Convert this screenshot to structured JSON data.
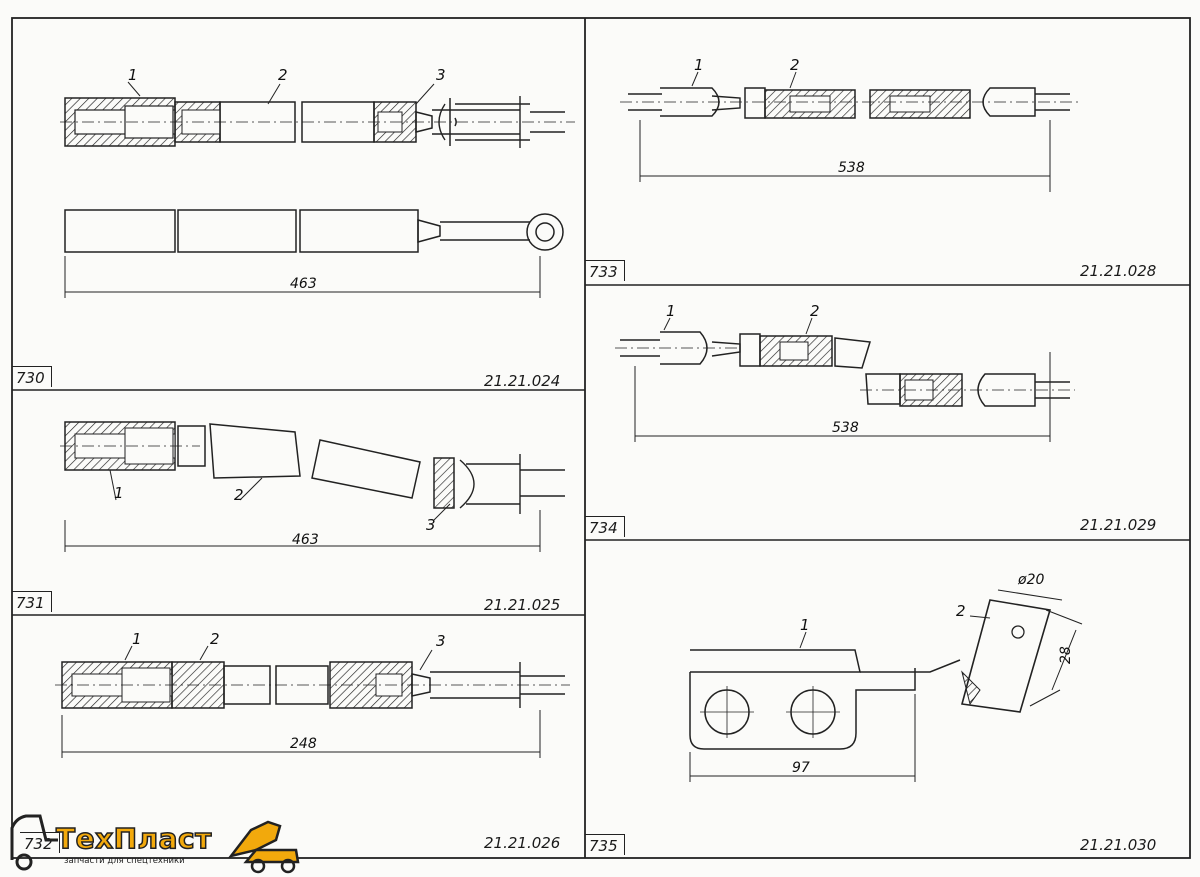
{
  "panels": [
    {
      "number": "730",
      "code": "21.21.024",
      "dimension": "463",
      "callouts": [
        "1",
        "2",
        "3"
      ]
    },
    {
      "number": "731",
      "code": "21.21.025",
      "dimension": "463",
      "callouts": [
        "1",
        "2",
        "3"
      ]
    },
    {
      "number": "732",
      "code": "21.21.026",
      "dimension": "248",
      "callouts": [
        "1",
        "2",
        "3"
      ]
    },
    {
      "number": "733",
      "code": "21.21.028",
      "dimension": "538",
      "callouts": [
        "1",
        "2"
      ]
    },
    {
      "number": "734",
      "code": "21.21.029",
      "dimension": "538",
      "callouts": [
        "1",
        "2"
      ]
    },
    {
      "number": "735",
      "code": "21.21.030",
      "dimension": "97",
      "dimension_height": "28",
      "dimension_diameter": "ø20",
      "callouts": [
        "1",
        "2"
      ]
    }
  ],
  "logo": {
    "name": "ТехПласт",
    "tagline": "запчасти для спецтехники",
    "accent": "#f2a90c"
  }
}
